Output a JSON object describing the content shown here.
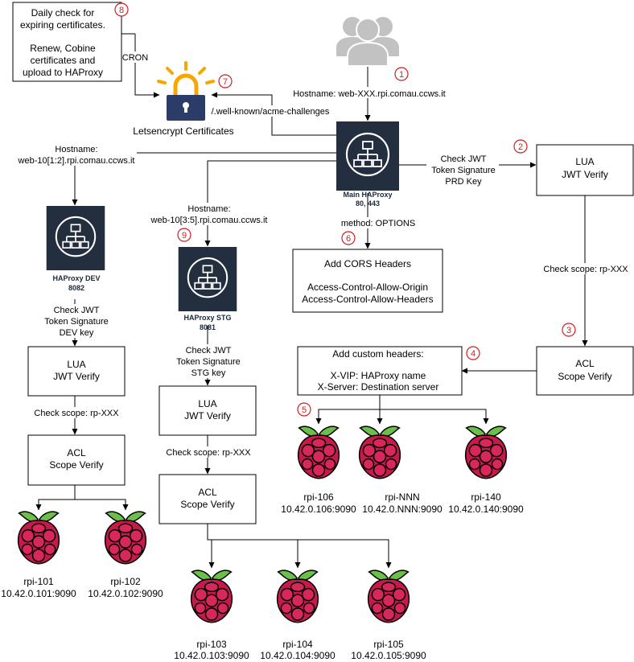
{
  "note_box": {
    "lines": [
      "Daily check for",
      "expiring certificates.",
      "",
      "Renew, Cobine",
      "certificates and",
      "upload to HAProxy"
    ],
    "step": "8"
  },
  "cron_label": "CRON",
  "letsencrypt": {
    "label": "Letsencrypt Certificates",
    "step": "7"
  },
  "acme_label": "/.well-known/acme-challenges",
  "users": {
    "icon": "users-icon",
    "step": "1"
  },
  "main_hostname": "Hostname: web-XXX.rpi.comau.ccws.it",
  "main_haproxy": {
    "name": "Main HAProxy",
    "ports": "80, 443"
  },
  "prd_check": [
    "Check JWT",
    "Token Signature",
    "PRD Key"
  ],
  "lua_prd": {
    "lines": [
      "LUA",
      "JWT Verify"
    ],
    "step": "2"
  },
  "prd_scope": "Check scope: rp-XXX",
  "acl_prd": {
    "lines": [
      "ACL",
      "Scope Verify"
    ],
    "step": "3"
  },
  "options_label": "method: OPTIONS",
  "cors_box": {
    "lines": [
      "Add CORS Headers",
      "",
      "Access-Control-Allow-Origin",
      "Access-Control-Allow-Headers"
    ],
    "step": "6"
  },
  "custom_headers": {
    "lines": [
      "Add custom headers:",
      "",
      "X-VIP: HAProxy name",
      "X-Server: Destination server"
    ],
    "step": "4"
  },
  "prd_servers": {
    "step": "5",
    "items": [
      {
        "name": "rpi-106",
        "addr": "10.42.0.106:9090"
      },
      {
        "name": "rpi-NNN",
        "addr": "10.42.0.NNN:9090"
      },
      {
        "name": "rpi-140",
        "addr": "10.42.0.140:9090"
      }
    ]
  },
  "dev_hostname": [
    "Hostname:",
    "web-10[1:2].rpi.comau.ccws.it"
  ],
  "dev_haproxy": {
    "name": "HAProxy DEV",
    "port": "8082"
  },
  "dev_check": [
    "Check JWT",
    "Token Signature",
    "DEV key"
  ],
  "lua_dev": {
    "lines": [
      "LUA",
      "JWT Verify"
    ]
  },
  "dev_scope": "Check scope: rp-XXX",
  "acl_dev": {
    "lines": [
      "ACL",
      "Scope Verify"
    ]
  },
  "dev_servers": [
    {
      "name": "rpi-101",
      "addr": "10.42.0.101:9090"
    },
    {
      "name": "rpi-102",
      "addr": "10.42.0.102:9090"
    }
  ],
  "stg_hostname": [
    "Hostname:",
    "web-10[3:5].rpi.comau.ccws.it"
  ],
  "stg_step": "9",
  "stg_haproxy": {
    "name": "HAProxy STG",
    "port": "8081"
  },
  "stg_check": [
    "Check JWT",
    "Token Signature",
    "STG key"
  ],
  "lua_stg": {
    "lines": [
      "LUA",
      "JWT Verify"
    ]
  },
  "stg_scope": "Check scope: rp-XXX",
  "acl_stg": {
    "lines": [
      "ACL",
      "Scope Verify"
    ]
  },
  "stg_servers": [
    {
      "name": "rpi-103",
      "addr": "10.42.0.103:9090"
    },
    {
      "name": "rpi-104",
      "addr": "10.42.0.104:9090"
    },
    {
      "name": "rpi-105",
      "addr": "10.42.0.105:9090"
    }
  ],
  "colors": {
    "haproxy_bg": "#232f3e",
    "step_circle": "#cc2020",
    "raspberry_red": "#c51a4a",
    "leaf_green": "#6cc04a"
  }
}
